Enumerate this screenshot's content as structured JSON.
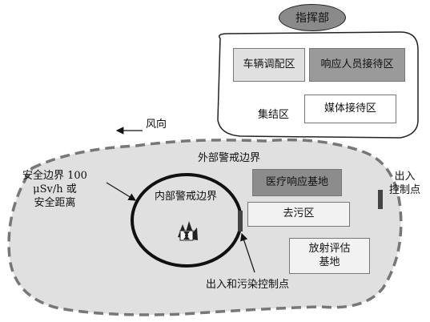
{
  "headquarters": {
    "label": "指挥部"
  },
  "staging_area": {
    "label": "集结区",
    "vehicle_zone": "车辆调配区",
    "personnel_zone": "响应人员接待区",
    "media_zone": "媒体接待区"
  },
  "wind": {
    "label": "风向"
  },
  "outer_boundary": {
    "label": "外部警戒边界"
  },
  "safety_boundary": {
    "lines": [
      "安全边界 100",
      "μSv/h 或",
      "安全距离"
    ]
  },
  "inner_boundary": {
    "label": "内部警戒边界"
  },
  "medical_base": {
    "label": "医疗响应基地"
  },
  "decon_zone": {
    "label": "去污区"
  },
  "radiation_base": {
    "lines": [
      "放射评估",
      "基地"
    ]
  },
  "access_point_outer": {
    "lines": [
      "出入",
      "控制点"
    ]
  },
  "access_point_inner": {
    "label": "出入和污染控制点"
  },
  "colors": {
    "hq_fill": "#8a8a8a",
    "hot_zone_fill": "#e0e0e0",
    "vehicle_fill": "#e0e0e0",
    "personnel_fill": "#9a9a9a",
    "medical_fill": "#8c8c8c",
    "decon_fill": "#f2f2f2",
    "radiation_fill": "#f2f2f2",
    "outline": "#222222",
    "dash": "#777777"
  }
}
